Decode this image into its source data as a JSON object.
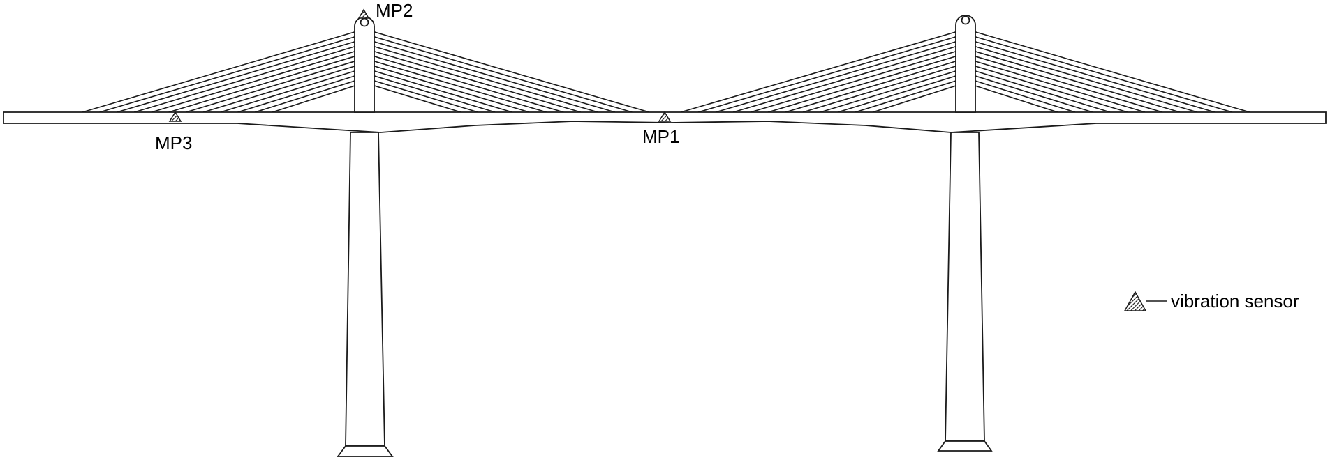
{
  "diagram": {
    "measurement_points": [
      {
        "id": "mp1",
        "label": "MP1"
      },
      {
        "id": "mp2",
        "label": "MP2"
      },
      {
        "id": "mp3",
        "label": "MP3"
      }
    ],
    "legend": {
      "label": "vibration sensor",
      "icon": "hatched-triangle-sensor-icon"
    },
    "colors": {
      "line": "#1a1a1a",
      "background": "#ffffff"
    }
  }
}
